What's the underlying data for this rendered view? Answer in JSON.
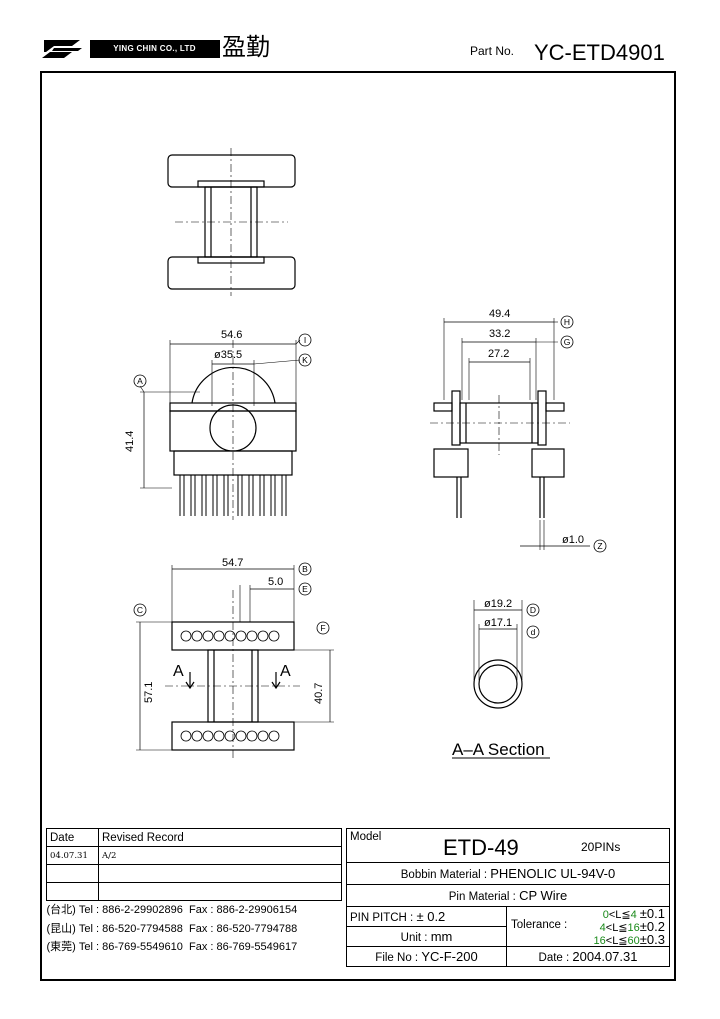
{
  "header": {
    "company_en": "YING CHIN CO., LTD",
    "company_zh": "盈勤",
    "part_label": "Part No.",
    "part_number": "YC-ETD4901"
  },
  "drawing": {
    "dim_54_6": "54.6",
    "dim_dia_35_5": "ø35.5",
    "dim_41_4": "41.4",
    "dim_49_4": "49.4",
    "dim_33_2": "33.2",
    "dim_27_2": "27.2",
    "dim_dia_1_0": "ø1.0",
    "dim_54_7": "54.7",
    "dim_5_0": "5.0",
    "dim_57_1": "57.1",
    "dim_40_7": "40.7",
    "dim_dia_19_2": "ø19.2",
    "dim_dia_17_1": "ø17.1",
    "section_mark": "A",
    "section_title": "A–A Section",
    "tag_A": "A",
    "tag_B": "B",
    "tag_C": "C",
    "tag_D": "D",
    "tag_d": "d",
    "tag_E": "E",
    "tag_F": "F",
    "tag_G": "G",
    "tag_H": "H",
    "tag_I": "I",
    "tag_K": "K",
    "tag_Z": "Z"
  },
  "revision": {
    "date_header": "Date",
    "record_header": "Revised Record",
    "rows": [
      {
        "date": "04.07.31",
        "record": "A/2"
      },
      {
        "date": "",
        "record": ""
      },
      {
        "date": "",
        "record": ""
      }
    ],
    "contacts": [
      {
        "location": "(台北)",
        "tel": "Tel : 886-2-29902896",
        "fax": "Fax : 886-2-29906154"
      },
      {
        "location": "(昆山)",
        "tel": "Tel : 86-520-7794588",
        "fax": "Fax : 86-520-7794788"
      },
      {
        "location": "(東莞)",
        "tel": "Tel : 86-769-5549610",
        "fax": "Fax : 86-769-5549617"
      }
    ]
  },
  "model": {
    "model_label": "Model",
    "model_name": "ETD-49",
    "pins": "20PINs",
    "bobbin_label": "Bobbin  Material :",
    "bobbin_value": "PHENOLIC UL-94V-0",
    "pin_label": "Pin  Material :",
    "pin_value": "CP Wire",
    "pitch_label": "PIN  PITCH :",
    "pitch_value": "± 0.2",
    "unit_label": "Unit :",
    "unit_value": "mm",
    "file_label": "File  No :",
    "file_value": "YC-F-200",
    "tolerance_label": "Tolerance :",
    "tolerance": [
      {
        "lo": "0",
        "op": "<L≦",
        "hi": "4",
        "tol": "±0.1"
      },
      {
        "lo": "4",
        "op": "<L≦",
        "hi": "16",
        "tol": "±0.2"
      },
      {
        "lo": "16",
        "op": "<L≦",
        "hi": "60",
        "tol": "±0.3"
      }
    ],
    "date_label": "Date :",
    "date_value": "2004.07.31"
  }
}
